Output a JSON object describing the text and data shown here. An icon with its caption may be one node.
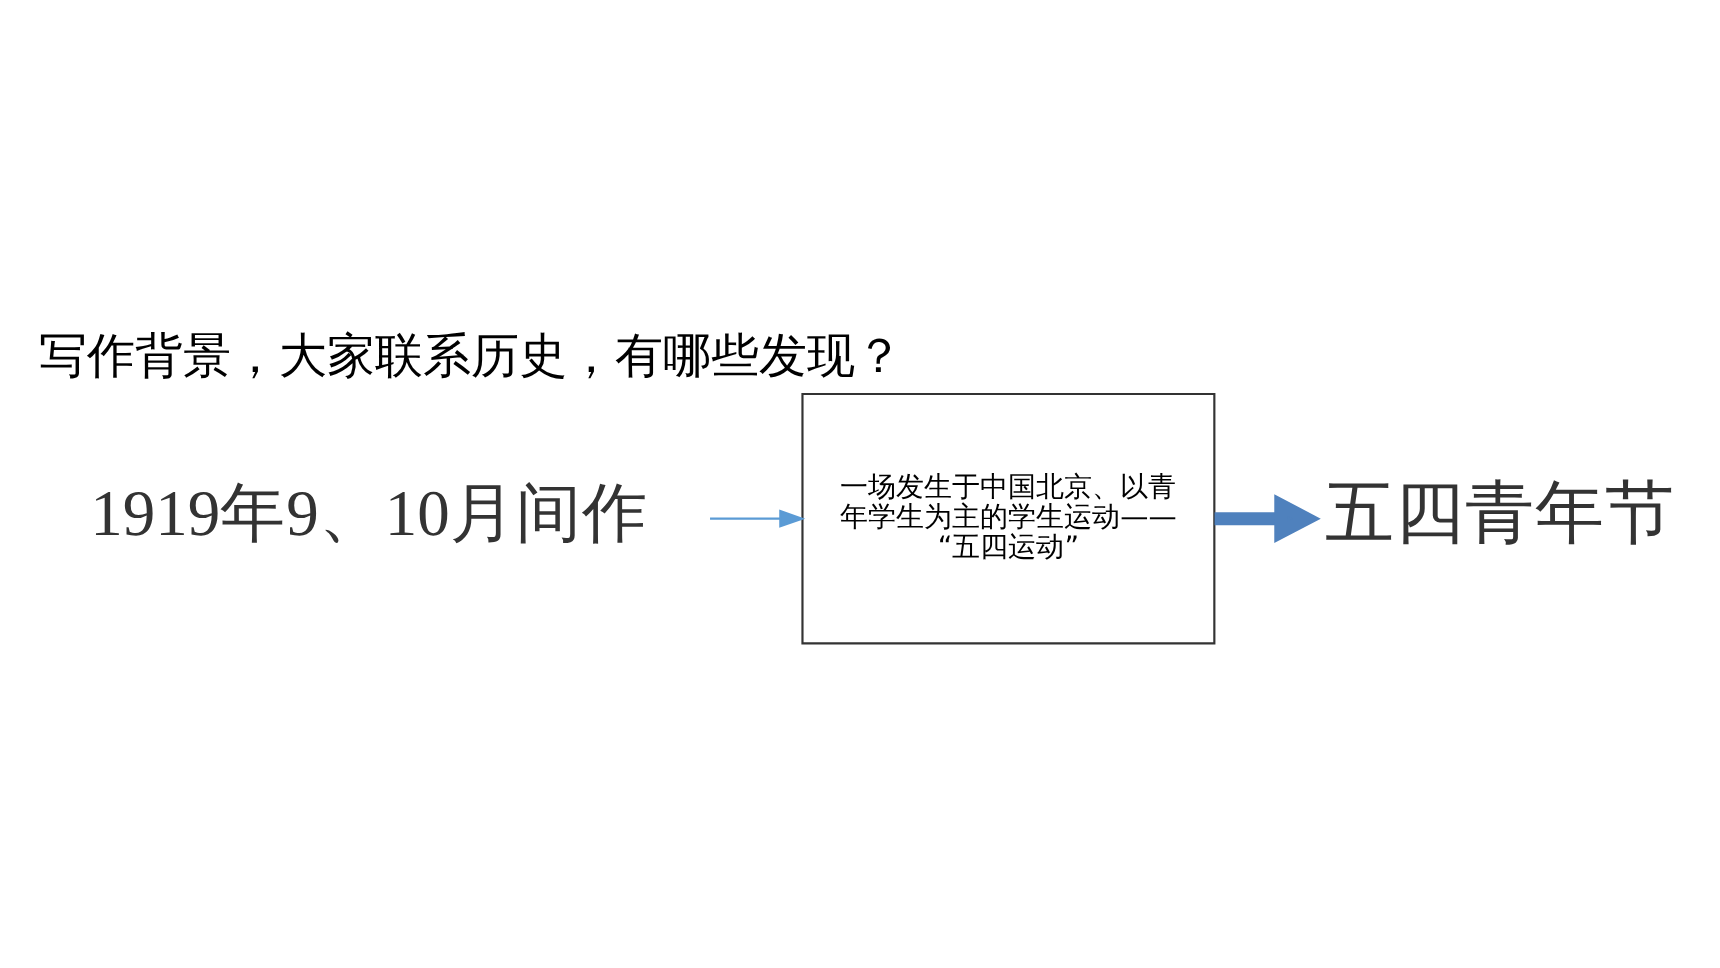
{
  "diagram": {
    "title": "写作背景，大家联系历史，有哪些发现？",
    "nodes": [
      {
        "text": [
          "1919年9、10月间作"
        ]
      },
      {
        "text": [
          "一场发生于中国北京、以青年学生为主的学生运动——“五四运动”"
        ]
      },
      {
        "text": [
          "五四青年节"
        ]
      }
    ],
    "edges": [
      {
        "from": 0,
        "to": 1,
        "arrow": "to",
        "color": "#5b9bd5"
      },
      {
        "from": 1,
        "to": 2,
        "arrow": "to",
        "style": "thick",
        "color": "#4f81bd"
      }
    ]
  }
}
